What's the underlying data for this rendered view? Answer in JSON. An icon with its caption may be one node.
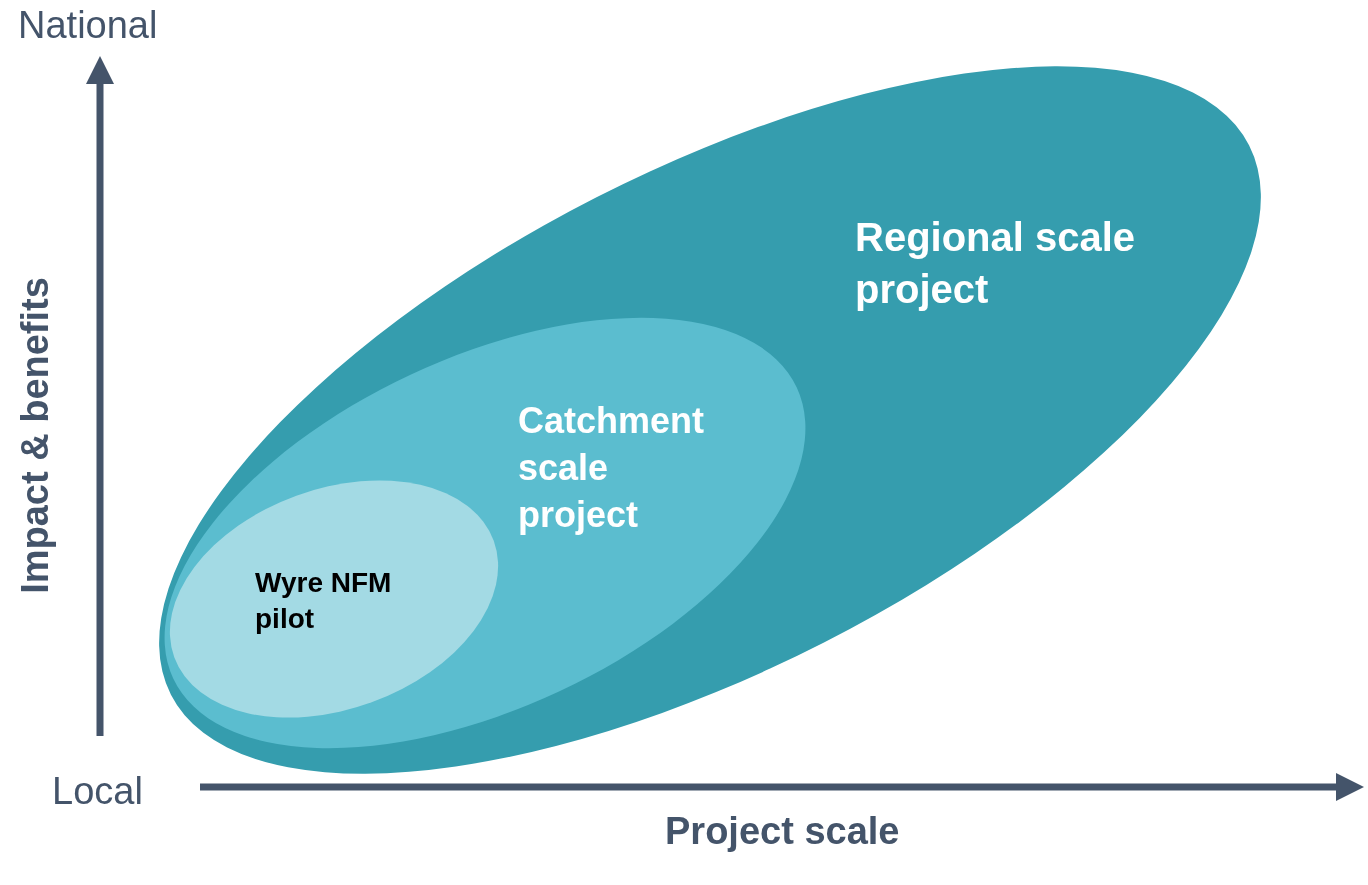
{
  "diagram": {
    "nodes": [
      {
        "text": [
          "Regional scale project"
        ]
      },
      {
        "text": [
          "Catchment scale project"
        ],
        "in": 0
      },
      {
        "text": [
          "Wyre NFM pilot"
        ],
        "in": 1
      }
    ],
    "labels": [
      "National",
      "Impact & benefits",
      "Local",
      "Project scale"
    ]
  }
}
